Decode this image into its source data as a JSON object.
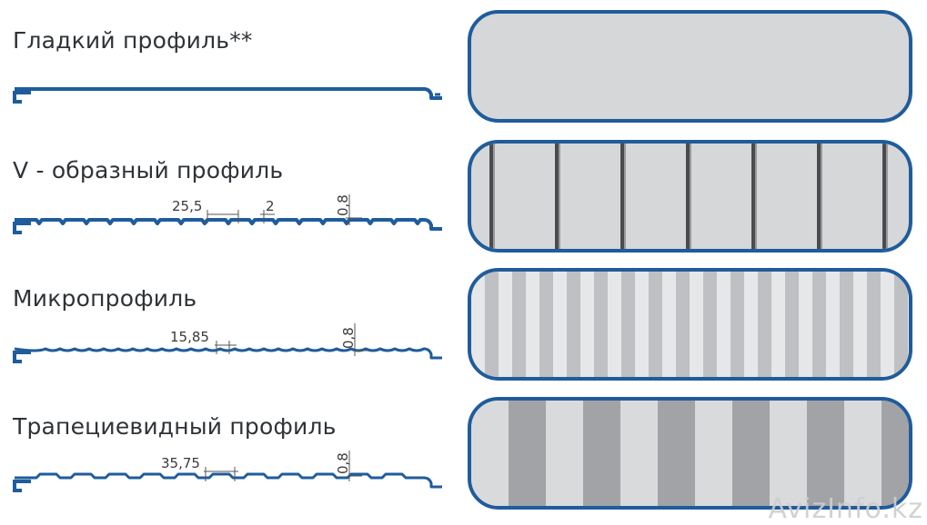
{
  "profiles": [
    {
      "id": "smooth",
      "title": "Гладкий профиль**",
      "dims": []
    },
    {
      "id": "v",
      "title": "V - образный профиль",
      "dims": [
        {
          "key": "pitch",
          "text": "25,5"
        },
        {
          "key": "width",
          "text": "2"
        },
        {
          "key": "depth",
          "text": "0,8"
        }
      ]
    },
    {
      "id": "micro",
      "title": "Микропрофиль",
      "dims": [
        {
          "key": "pitch",
          "text": "15,85"
        },
        {
          "key": "depth",
          "text": "0,8"
        }
      ]
    },
    {
      "id": "trap",
      "title": "Трапециевидный профиль",
      "dims": [
        {
          "key": "pitch",
          "text": "35,75"
        },
        {
          "key": "depth",
          "text": "0,8"
        }
      ]
    }
  ],
  "watermark": "AvizInfo.kz",
  "colors": {
    "line": "#1f5c9c",
    "panel_fill": "#d6d7d9",
    "v_groove": "#4a4b4e",
    "micro_light": "#e6e7e9",
    "micro_dark": "#bfc0c3",
    "trap_light": "#d9dadc",
    "trap_dark": "#a2a3a6"
  }
}
